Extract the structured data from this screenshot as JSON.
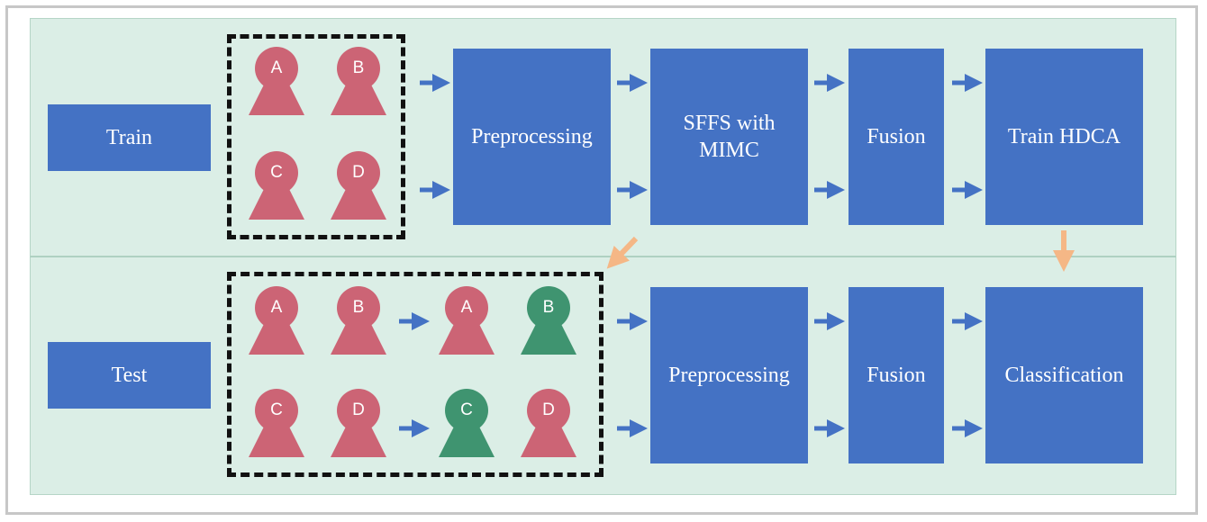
{
  "colors": {
    "box": "#4472c4",
    "panel": "#dbeee6",
    "person_red": "#cc6475",
    "person_green": "#3f9470",
    "arrow_blue": "#4472c4",
    "arrow_orange": "#f5b786"
  },
  "train": {
    "label": "Train",
    "persons": [
      "A",
      "B",
      "C",
      "D"
    ],
    "steps": [
      "Preprocessing",
      "SFFS with\nMIMC",
      "Fusion",
      "Train HDCA"
    ]
  },
  "test": {
    "label": "Test",
    "persons_before": [
      "A",
      "B",
      "C",
      "D"
    ],
    "persons_after": [
      {
        "label": "A",
        "color": "red"
      },
      {
        "label": "B",
        "color": "green"
      },
      {
        "label": "C",
        "color": "green"
      },
      {
        "label": "D",
        "color": "red"
      }
    ],
    "steps": [
      "Preprocessing",
      "Fusion",
      "Classification"
    ]
  }
}
